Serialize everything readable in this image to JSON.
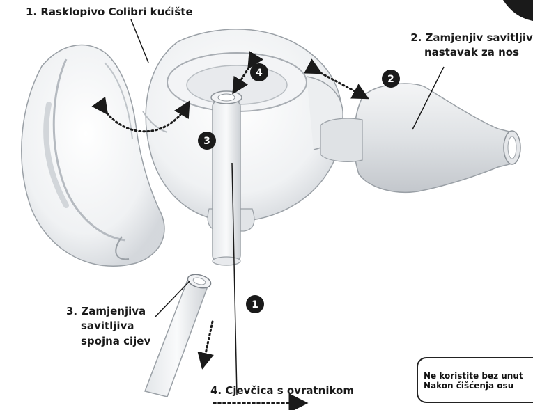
{
  "labels": {
    "housing": "1. Rasklopivo Colibri kućište",
    "nozzle_line1": "2. Zamjenjiv savitljiv",
    "nozzle_line2": "nastavak za nos",
    "tube_line1": "3. Zamjenjiva",
    "tube_line2": "savitljiva",
    "tube_line3": "spojna cijev",
    "collar": "4. Cjevčica s ovratnikom"
  },
  "badges": [
    "1",
    "2",
    "3",
    "4"
  ],
  "warning": {
    "line1": "Ne koristite bez unut",
    "line2": "Nakon čišćenja osu"
  },
  "colors": {
    "badge": "#1a1a1a",
    "plastic": "#c9cdd2",
    "arrow": "#1a1a1a"
  }
}
